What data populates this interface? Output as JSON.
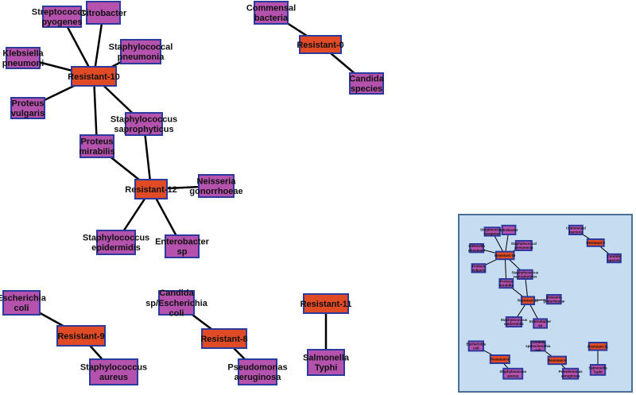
{
  "colors": {
    "resistant_fill": "#e04a24",
    "organism_fill": "#b452ae",
    "node_border": "#2b3a9c",
    "edge": "#000000",
    "minimap_bg": "#c5dcf1",
    "minimap_border": "#4a6f96"
  },
  "nodes": [
    {
      "id": "r10",
      "type": "resistant",
      "label": [
        "Resistant-10"
      ]
    },
    {
      "id": "r0",
      "type": "resistant",
      "label": [
        "Resistant-0"
      ]
    },
    {
      "id": "r12",
      "type": "resistant",
      "label": [
        "Resistant-12"
      ]
    },
    {
      "id": "r9",
      "type": "resistant",
      "label": [
        "Resistant-9"
      ]
    },
    {
      "id": "r8",
      "type": "resistant",
      "label": [
        "Resistant-8"
      ]
    },
    {
      "id": "r11",
      "type": "resistant",
      "label": [
        "Resistant-11"
      ]
    },
    {
      "id": "strep_pyo",
      "type": "organism",
      "label": [
        "Streptococcus",
        "pyogenes"
      ]
    },
    {
      "id": "citro",
      "type": "organism",
      "label": [
        "Citrobacter"
      ]
    },
    {
      "id": "staph_pneu",
      "type": "organism",
      "label": [
        "Staphylococcal",
        "pneumonia"
      ]
    },
    {
      "id": "kleb",
      "type": "organism",
      "label": [
        "Klebsiella",
        "pneumoni"
      ]
    },
    {
      "id": "proteus_v",
      "type": "organism",
      "label": [
        "Proteus",
        "vulgaris"
      ]
    },
    {
      "id": "staph_sapro",
      "type": "organism",
      "label": [
        "Staphylococcus",
        "saprophyticus"
      ]
    },
    {
      "id": "proteus_m",
      "type": "organism",
      "label": [
        "Proteus",
        "mirabilis"
      ]
    },
    {
      "id": "neisseria",
      "type": "organism",
      "label": [
        "Neisseria",
        "gonorrhoeae"
      ]
    },
    {
      "id": "staph_epi",
      "type": "organism",
      "label": [
        "Staphylococcus",
        "epidermidis"
      ]
    },
    {
      "id": "entero",
      "type": "organism",
      "label": [
        "Enterobacter",
        "sp"
      ]
    },
    {
      "id": "commensal",
      "type": "organism",
      "label": [
        "Commensal",
        "bacteria"
      ]
    },
    {
      "id": "candida_sp",
      "type": "organism",
      "label": [
        "Candida",
        "species"
      ]
    },
    {
      "id": "ecoli",
      "type": "organism",
      "label": [
        "Escherichia",
        "coli"
      ]
    },
    {
      "id": "staph_aur",
      "type": "organism",
      "label": [
        "Staphylococcus",
        "aureus"
      ]
    },
    {
      "id": "candida_ecoli",
      "type": "organism",
      "label": [
        "Candida",
        "sp/Escherichia",
        "coli"
      ]
    },
    {
      "id": "pseudo",
      "type": "organism",
      "label": [
        "Pseudomonas",
        "aeruginosa"
      ]
    },
    {
      "id": "salmonella",
      "type": "organism",
      "label": [
        "Salmonella",
        "Typhi"
      ]
    }
  ],
  "edges": [
    [
      "r10",
      "strep_pyo"
    ],
    [
      "r10",
      "citro"
    ],
    [
      "r10",
      "staph_pneu"
    ],
    [
      "r10",
      "kleb"
    ],
    [
      "r10",
      "proteus_v"
    ],
    [
      "r10",
      "staph_sapro"
    ],
    [
      "r10",
      "proteus_m"
    ],
    [
      "r0",
      "commensal"
    ],
    [
      "r0",
      "candida_sp"
    ],
    [
      "r12",
      "proteus_m"
    ],
    [
      "r12",
      "staph_sapro"
    ],
    [
      "r12",
      "neisseria"
    ],
    [
      "r12",
      "staph_epi"
    ],
    [
      "r12",
      "entero"
    ],
    [
      "r9",
      "ecoli"
    ],
    [
      "r9",
      "staph_aur"
    ],
    [
      "r8",
      "candida_ecoli"
    ],
    [
      "r8",
      "pseudo"
    ],
    [
      "r11",
      "salmonella"
    ]
  ]
}
